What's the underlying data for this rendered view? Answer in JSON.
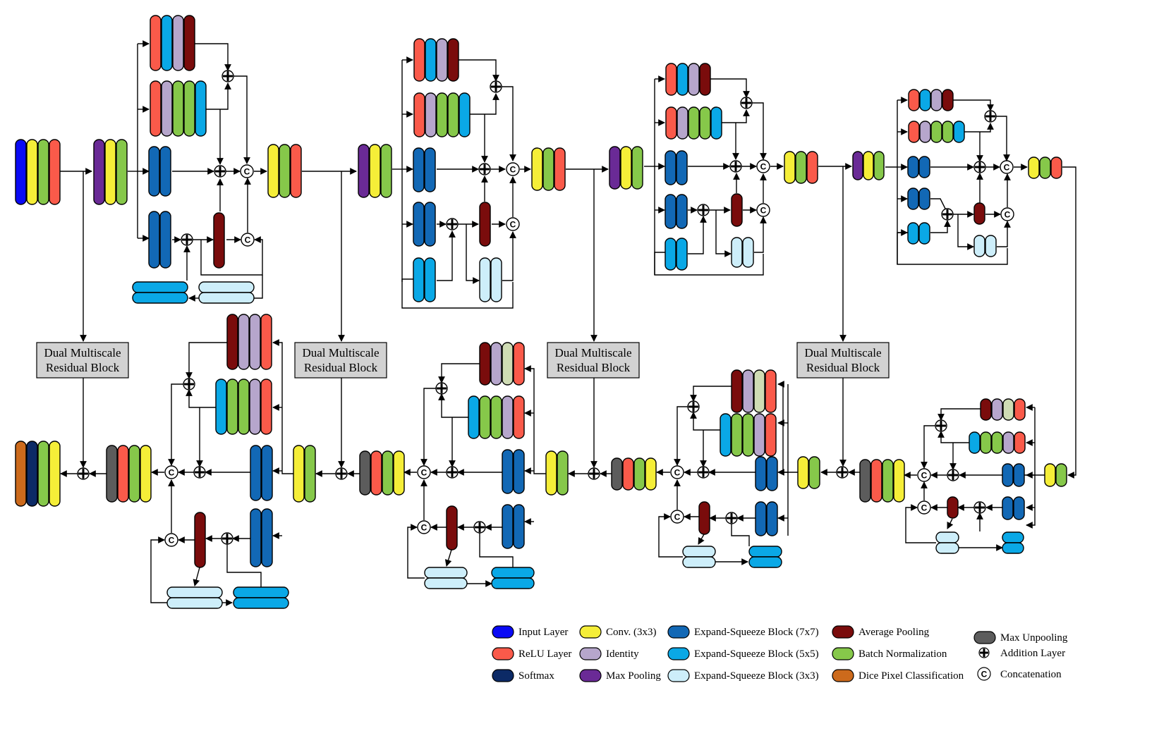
{
  "colors": {
    "input": "#0a0af5",
    "relu": "#fa5a4a",
    "softmax": "#0c2a66",
    "conv": "#f5ee38",
    "identity": "#b6a6cc",
    "maxpool": "#6a2a96",
    "es7": "#1268b5",
    "es5": "#0aa8e6",
    "es3": "#cdeefa",
    "avgpool": "#7a0c0c",
    "batchnorm": "#86c84a",
    "dice": "#cc6a1c",
    "maxunpool": "#5c5c5c",
    "pale": "#cfdcb4",
    "box": "#d2d2d2"
  },
  "dmrb_label_line1": "Dual Multiscale",
  "dmrb_label_line2": "Residual Block",
  "concat_glyph": "C",
  "legend": [
    {
      "name": "input",
      "label": "Input Layer"
    },
    {
      "name": "relu",
      "label": "ReLU Layer"
    },
    {
      "name": "softmax",
      "label": "Softmax"
    },
    {
      "name": "conv",
      "label": "Conv. (3x3)"
    },
    {
      "name": "identity",
      "label": "Identity"
    },
    {
      "name": "maxpool",
      "label": "Max Pooling"
    },
    {
      "name": "es7",
      "label": "Expand-Squeeze Block (7x7)"
    },
    {
      "name": "es5",
      "label": "Expand-Squeeze Block (5x5)"
    },
    {
      "name": "es3",
      "label": "Expand-Squeeze Block (3x3)"
    },
    {
      "name": "avgpool",
      "label": "Average Pooling"
    },
    {
      "name": "batchnorm",
      "label": "Batch Normalization"
    },
    {
      "name": "dice",
      "label": "Dice Pixel Classification"
    },
    {
      "name": "maxunpool",
      "label": "Max Unpooling"
    },
    {
      "name": "addition",
      "label": "Addition Layer"
    },
    {
      "name": "concat",
      "label": "Concatenation"
    }
  ]
}
